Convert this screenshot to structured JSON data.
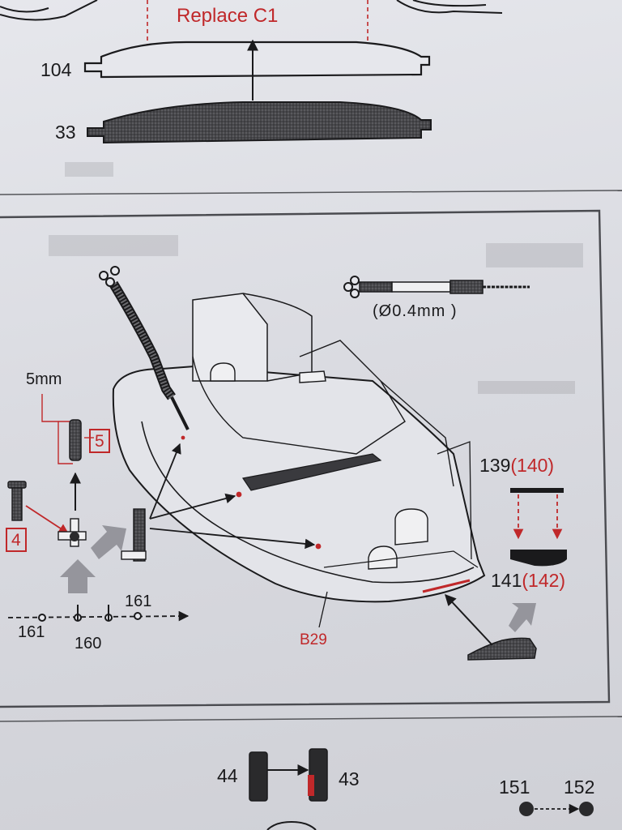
{
  "top_section": {
    "replace_label": "Replace C1",
    "part_upper": "104",
    "part_lower": "33"
  },
  "main_panel": {
    "dimension_5mm": "5mm",
    "step_5": "5",
    "step_4": "4",
    "drill_size": "(Ø0.4mm )",
    "part_139": "139",
    "part_140": "(140)",
    "part_141": "141",
    "part_142": "(142)",
    "part_b29": "B29",
    "part_161_left": "161",
    "part_160": "160",
    "part_161_right": "161"
  },
  "bottom_section": {
    "part_44": "44",
    "part_43": "43",
    "part_151": "151",
    "part_152": "152"
  },
  "colors": {
    "ink": "#1a1a1c",
    "accent_red": "#c0282a",
    "paper": "#e0e1e6",
    "arrow_gray": "#8a8a90"
  }
}
